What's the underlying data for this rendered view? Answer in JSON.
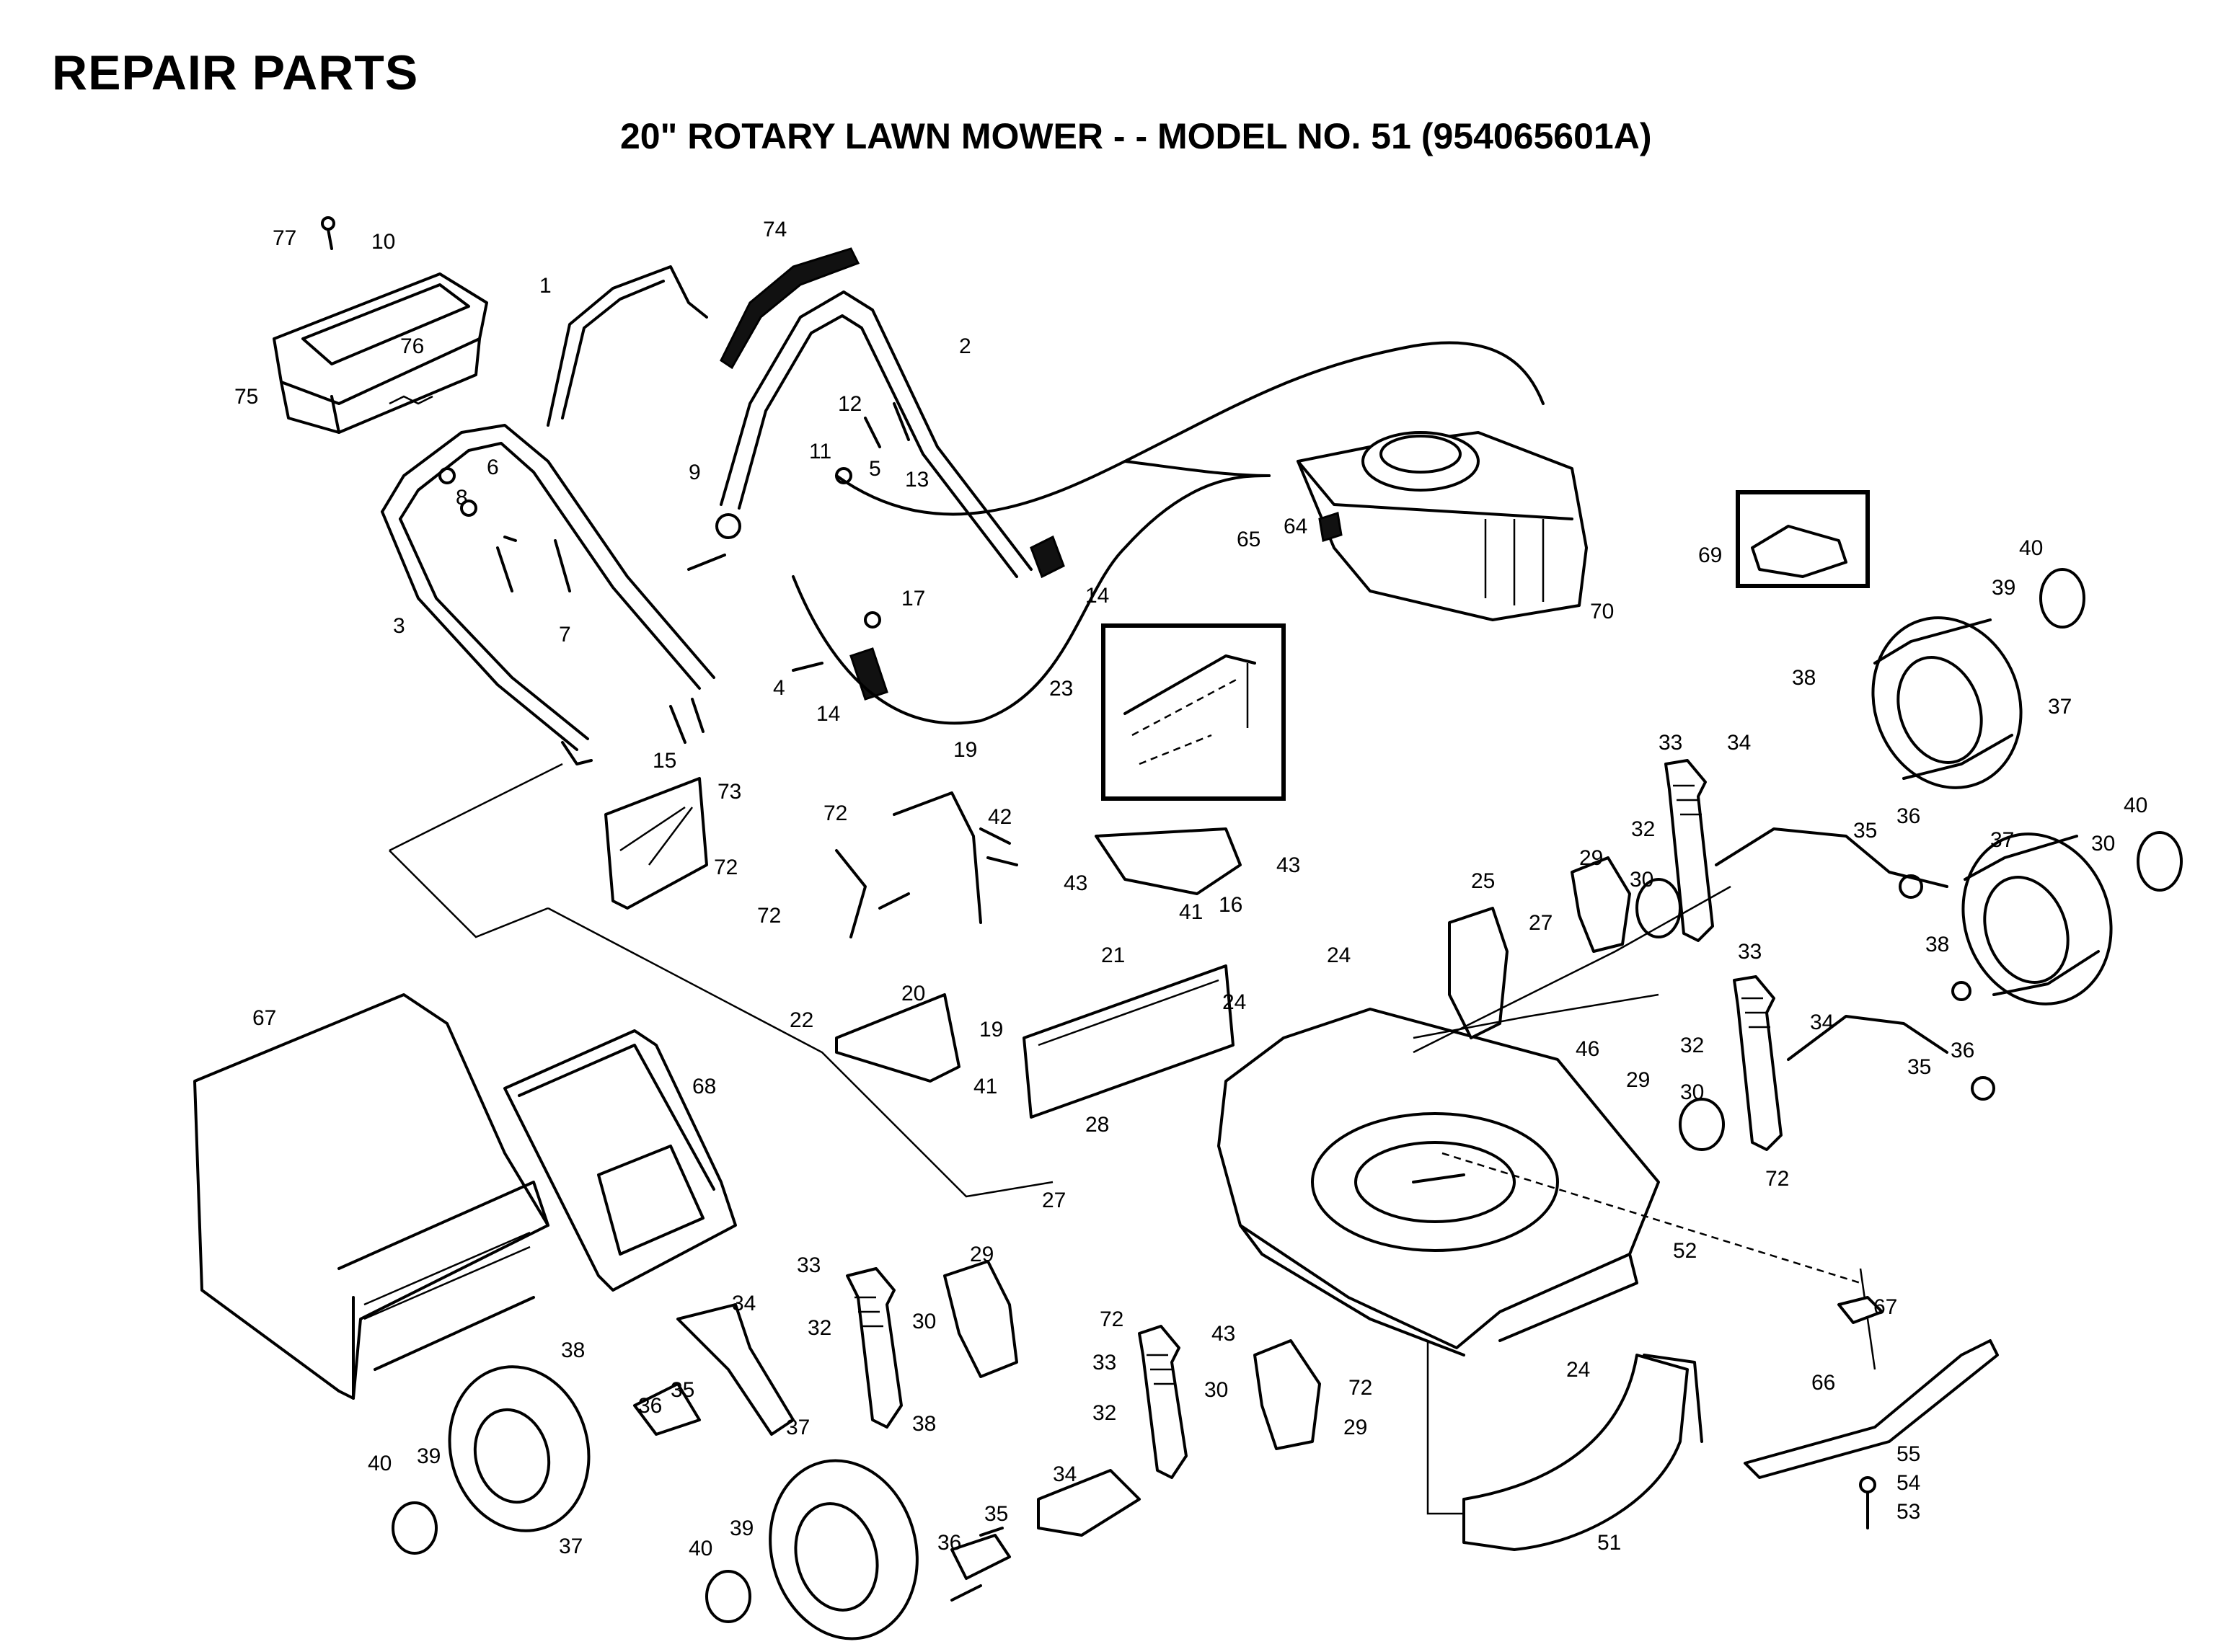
{
  "header": {
    "title": "REPAIR PARTS",
    "subtitle": "20\" ROTARY LAWN MOWER - - MODEL NO. 51 (954065601A)"
  },
  "callouts": [
    "77",
    "10",
    "74",
    "1",
    "2",
    "75",
    "76",
    "3",
    "6",
    "8",
    "7",
    "9",
    "12",
    "11",
    "5",
    "13",
    "17",
    "4",
    "14",
    "14",
    "15",
    "65",
    "64",
    "70",
    "69",
    "40",
    "39",
    "37",
    "38",
    "34",
    "33",
    "32",
    "36",
    "35",
    "40",
    "37",
    "30",
    "38",
    "34",
    "33",
    "32",
    "35",
    "36",
    "73",
    "72",
    "72",
    "72",
    "19",
    "42",
    "23",
    "43",
    "43",
    "41",
    "16",
    "25",
    "27",
    "29",
    "30",
    "24",
    "46",
    "21",
    "24",
    "20",
    "22",
    "19",
    "41",
    "67",
    "68",
    "28",
    "27",
    "29",
    "30",
    "72",
    "52",
    "33",
    "29",
    "32",
    "30",
    "34",
    "36",
    "35",
    "38",
    "40",
    "39",
    "37",
    "33",
    "32",
    "43",
    "72",
    "30",
    "29",
    "24",
    "67",
    "66",
    "55",
    "54",
    "53",
    "34",
    "35",
    "36",
    "38",
    "40",
    "39",
    "37",
    "51",
    "72"
  ]
}
